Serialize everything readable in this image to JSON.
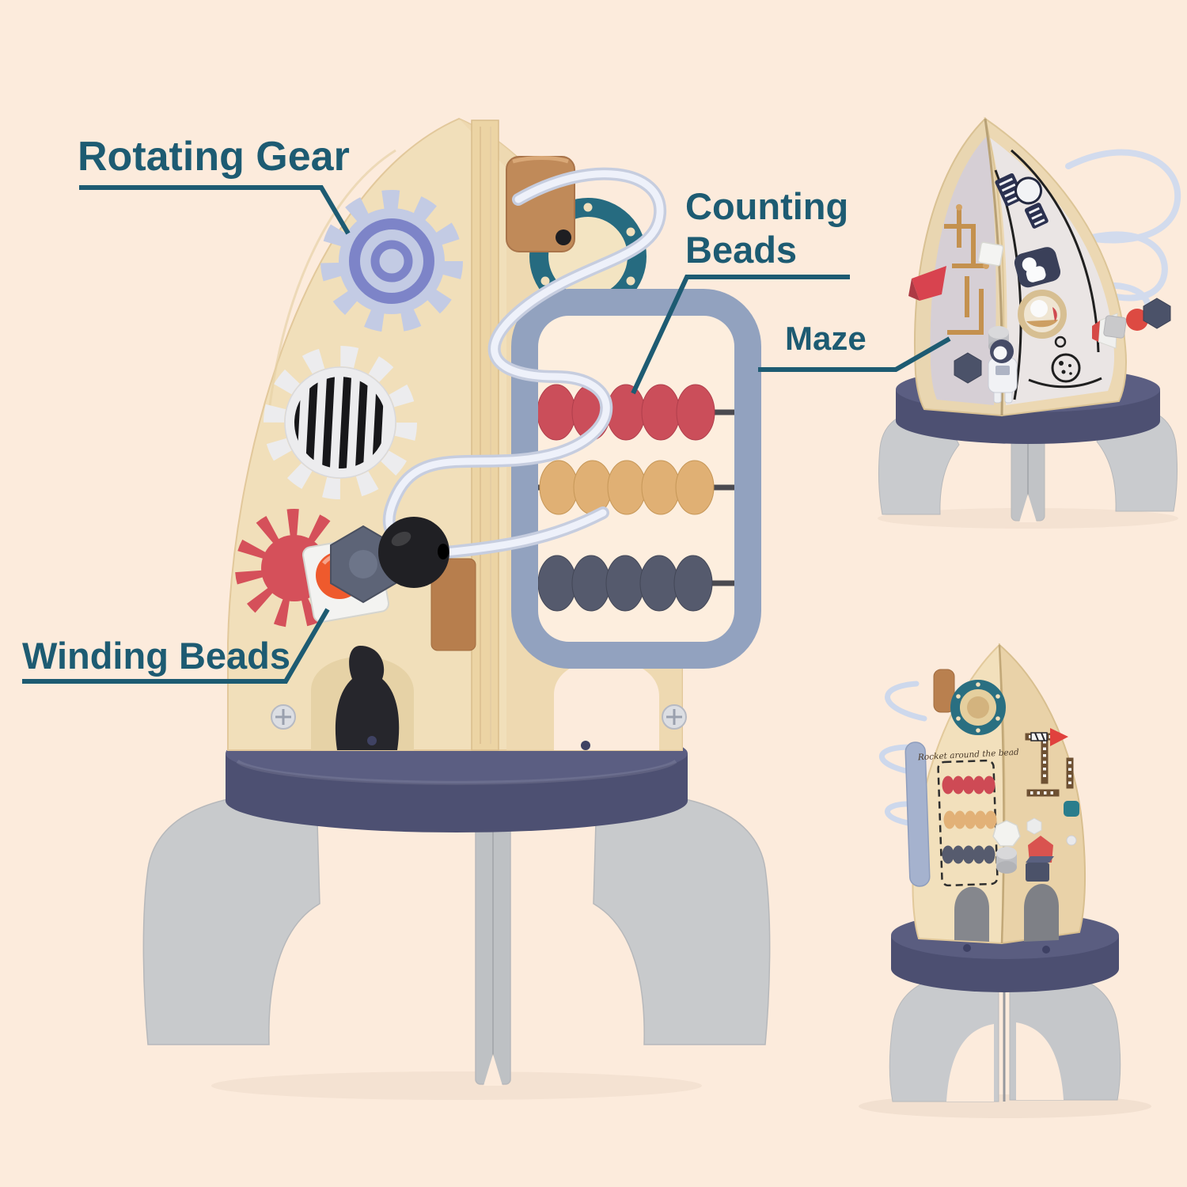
{
  "background_color": "#fcebdc",
  "callout_color": "#1d5b72",
  "callouts": {
    "rotating_gear": "Rotating Gear",
    "counting_beads": "Counting Beads",
    "maze": "Maze",
    "winding_beads": "Winding Beads"
  },
  "toy": {
    "caption": "Rocket around the bead",
    "colors": {
      "wood_light": "#f1dfba",
      "wood_mid": "#ecd7ae",
      "wood_knob": "#c08a59",
      "base_navy": "#5b5e82",
      "leg_gray": "#c8cacc",
      "gear_lavender": "#c3cbe4",
      "gear_purple": "#7d84c8",
      "gear_white": "#ececee",
      "gear_red": "#d5505a",
      "porthole_teal": "#266b80",
      "abacus_frame": "#92a2bf",
      "bead_red": "#cb4e5a",
      "bead_wood": "#e0b074",
      "bead_navy": "#555a6d",
      "wire_white": "#eef1fa",
      "maze_gold": "#c4914f",
      "back_panel_gray": "#d6cfd5"
    }
  }
}
